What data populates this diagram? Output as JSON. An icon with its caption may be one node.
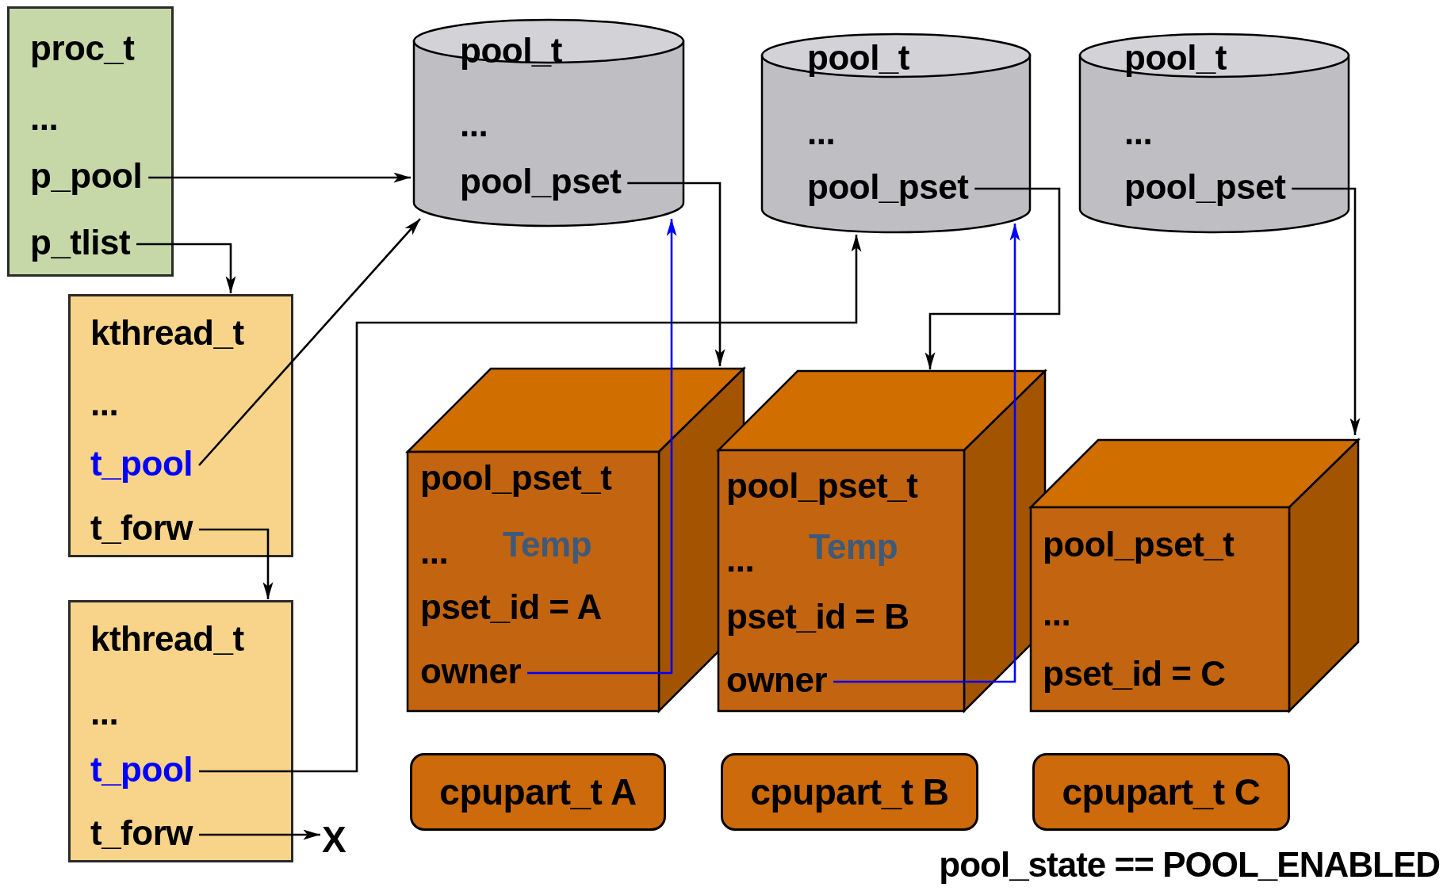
{
  "diagram": {
    "nodes": [
      {
        "text": [
          "proc_t",
          "..."
        ]
      },
      {
        "text": [
          "p_pool"
        ],
        "in": 0
      },
      {
        "text": [
          "p_tlist"
        ],
        "in": 0
      },
      {
        "text": [
          "pool_t",
          "..."
        ]
      },
      {
        "text": [
          "pool_pset"
        ],
        "in": 3
      },
      {
        "text": [
          "pool_t",
          "..."
        ]
      },
      {
        "text": [
          "pool_pset"
        ],
        "in": 5
      },
      {
        "text": [
          "pool_t",
          "..."
        ]
      },
      {
        "text": [
          "pool_pset"
        ],
        "in": 7
      },
      {
        "text": [
          "kthread_t",
          "..."
        ]
      },
      {
        "text": [
          "t_pool"
        ],
        "in": 9
      },
      {
        "text": [
          "t_forw"
        ],
        "in": 9
      },
      {
        "text": [
          "pool_pset_t",
          "...",
          "Temp",
          "pset_id = A"
        ]
      },
      {
        "text": [
          "owner"
        ],
        "in": 12
      },
      {
        "text": [
          "pool_pset_t",
          "...",
          "Temp",
          "pset_id = B"
        ]
      },
      {
        "text": [
          "owner"
        ],
        "in": 14
      },
      {
        "text": [
          "pool_pset_t",
          "...",
          "pset_id = C"
        ]
      },
      {
        "text": [
          "kthread_t",
          "..."
        ]
      },
      {
        "text": [
          "t_pool"
        ],
        "in": 17
      },
      {
        "text": [
          "t_forw"
        ],
        "in": 17
      },
      {
        "text": [
          "X"
        ]
      },
      {
        "text": [
          "cpupart_t A"
        ]
      },
      {
        "text": [
          "cpupart_t B"
        ]
      },
      {
        "text": [
          "cpupart_t C"
        ]
      }
    ],
    "edges": [
      {
        "from": 1,
        "to": 3,
        "arrow": "to"
      },
      {
        "from": 2,
        "to": 9,
        "arrow": "to"
      },
      {
        "from": 10,
        "to": 3,
        "arrow": "to"
      },
      {
        "from": 11,
        "to": 17,
        "arrow": "to"
      },
      {
        "from": 4,
        "to": 12,
        "arrow": "to"
      },
      {
        "from": 6,
        "to": 14,
        "arrow": "to"
      },
      {
        "from": 8,
        "to": 16,
        "arrow": "to"
      },
      {
        "from": 13,
        "to": 3,
        "arrow": "to",
        "color": "#0000ff"
      },
      {
        "from": 15,
        "to": 5,
        "arrow": "to",
        "color": "#0000ff"
      },
      {
        "from": 18,
        "to": 5,
        "arrow": "to"
      },
      {
        "from": 19,
        "to": 20,
        "arrow": "to"
      }
    ],
    "labels": [
      "pool_state == POOL_ENABLED"
    ]
  }
}
